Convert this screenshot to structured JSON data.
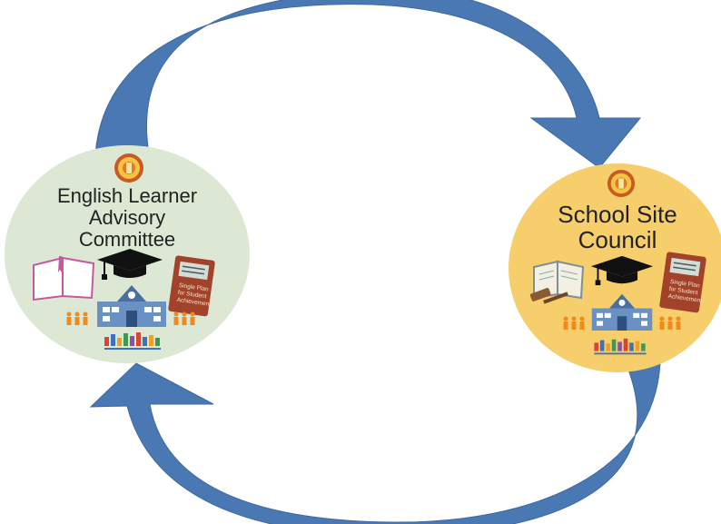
{
  "diagram": {
    "type": "cycle",
    "arrow_color": "#4a78b3",
    "nodes": [
      {
        "id": "elac",
        "title_lines": [
          "English Learner",
          "Advisory",
          "Committee"
        ],
        "background": "#dde8d4",
        "book_lines": [
          "Single Plan",
          "for Student",
          "Achievement"
        ],
        "icons": [
          "district-seal-icon",
          "open-book-icon",
          "graduation-cap-icon",
          "plan-book-icon",
          "schoolhouse-icon",
          "people-icon",
          "community-logo-icon"
        ]
      },
      {
        "id": "ssc",
        "title_lines": [
          "School Site",
          "Council"
        ],
        "background": "#f7ce6c",
        "book_lines": [
          "Single Plan",
          "for Student",
          "Achievement"
        ],
        "icons": [
          "district-seal-icon",
          "gavel-book-icon",
          "graduation-cap-icon",
          "plan-book-icon",
          "schoolhouse-icon",
          "people-icon",
          "community-logo-icon"
        ]
      }
    ],
    "arrows": [
      {
        "from": "elac",
        "to": "ssc",
        "direction": "clockwise-top"
      },
      {
        "from": "ssc",
        "to": "elac",
        "direction": "clockwise-bottom"
      }
    ]
  }
}
